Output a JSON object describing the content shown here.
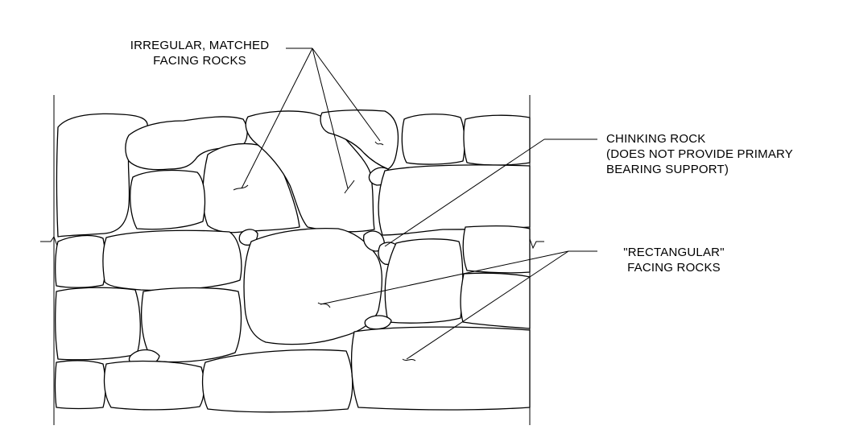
{
  "labels": {
    "irregular_line1": "IRREGULAR, MATCHED",
    "irregular_line2": "FACING ROCKS",
    "chinking_line1": "CHINKING ROCK",
    "chinking_line2": "(DOES NOT PROVIDE PRIMARY",
    "chinking_line3": "BEARING SUPPORT)",
    "rectangular_line1": "\"RECTANGULAR\"",
    "rectangular_line2": "FACING ROCKS"
  },
  "colors": {
    "stroke": "#000000",
    "background": "#ffffff"
  }
}
